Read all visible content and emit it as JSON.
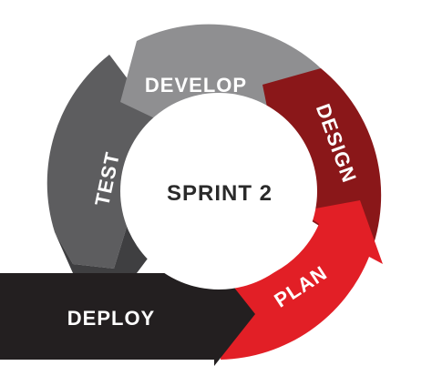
{
  "diagram": {
    "center_label": "SPRINT 2",
    "stages": {
      "develop": "DEVELOP",
      "design": "DESIGN",
      "plan": "PLAN",
      "deploy": "DEPLOY",
      "test": "TEST"
    },
    "colors": {
      "develop": "#8f8f91",
      "design": "#8a1719",
      "plan": "#e21f26",
      "deploy": "#231f20",
      "test_light": "#5d5d5f",
      "test_dark": "#3f3f41"
    }
  }
}
